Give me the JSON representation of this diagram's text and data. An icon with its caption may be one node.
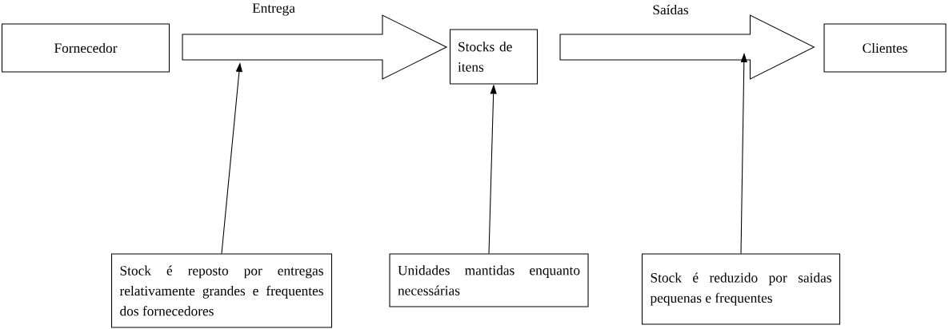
{
  "diagram": {
    "nodes": [
      {
        "text": [
          "Fornecedor"
        ]
      },
      {
        "text": [
          "Stocks de itens"
        ]
      },
      {
        "text": [
          "Clientes"
        ]
      },
      {
        "text": [
          "Stock é reposto por entregas relativamente grandes e frequentes dos fornecedores"
        ]
      },
      {
        "text": [
          "Unidades mantidas enquanto necessárias"
        ]
      },
      {
        "text": [
          "Stock é reduzido por saidas pequenas e frequentes"
        ]
      }
    ],
    "edges": [
      {
        "from": 0,
        "to": 1,
        "arrow": "to",
        "label": "Entrega",
        "style": "thick"
      },
      {
        "from": 1,
        "to": 2,
        "arrow": "to",
        "label": "Saídas",
        "style": "thick"
      },
      {
        "from": 3,
        "to": null,
        "arrow": "to"
      },
      {
        "from": 4,
        "to": 1,
        "arrow": "to"
      },
      {
        "from": 5,
        "to": null,
        "arrow": "to"
      }
    ]
  }
}
